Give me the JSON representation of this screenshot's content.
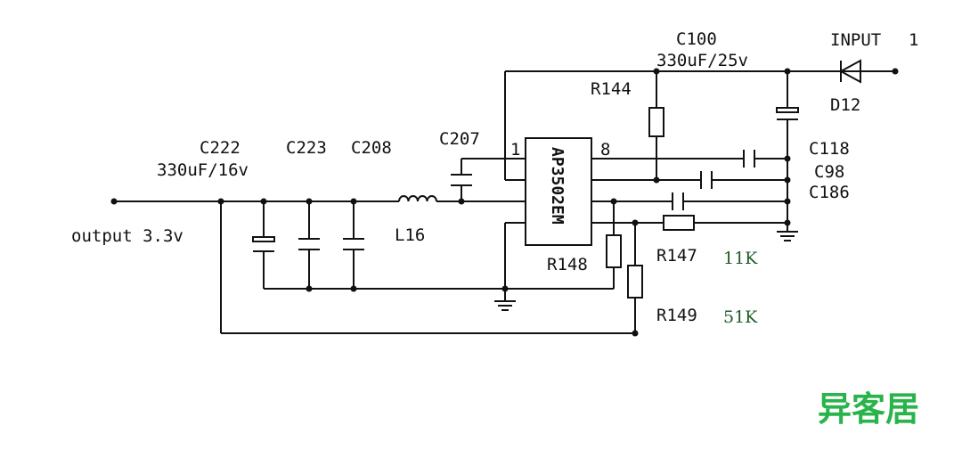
{
  "labels": {
    "input": "INPUT",
    "input_pin": "1",
    "d12": "D12",
    "c100": "C100",
    "c100_value": "330uF/25v",
    "r144": "R144",
    "c118": "C118",
    "c98": "C98",
    "c186": "C186",
    "c222": "C222",
    "c222_value": "330uF/16v",
    "c223": "C223",
    "c208": "C208",
    "c207": "C207",
    "l16": "L16",
    "output": "output 3.3v",
    "chip": "AP3502EM",
    "pin1": "1",
    "pin8": "8",
    "r148": "R148",
    "r147": "R147",
    "r147_value": "11K",
    "r149": "R149",
    "r149_value": "51K"
  },
  "logo": {
    "text": "异客居",
    "color": "#29b34a"
  },
  "colors": {
    "wire": "#111111",
    "value_text": "#1f5d2a"
  }
}
